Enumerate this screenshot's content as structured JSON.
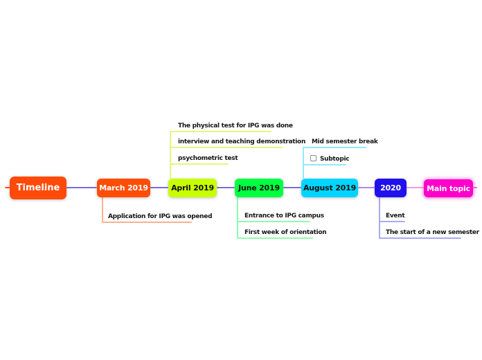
{
  "nodes": {
    "timeline": {
      "label": "Timeline",
      "bg": "#FF4A0A",
      "fg": "#FFFFFF"
    },
    "march": {
      "label": "March 2019",
      "bg": "#FF4D05",
      "fg": "#FFFFFF"
    },
    "april": {
      "label": "April 2019",
      "bg": "#C8FF00",
      "fg": "#101010"
    },
    "june": {
      "label": "June 2019",
      "bg": "#00FF40",
      "fg": "#101010"
    },
    "august": {
      "label": "August 2019",
      "bg": "#00D5FF",
      "fg": "#101010"
    },
    "y2020": {
      "label": "2020",
      "bg": "#2010EC",
      "fg": "#FFFFFF"
    },
    "main_topic": {
      "label": "Main topic",
      "bg": "#FF00CC",
      "fg": "#FFFFFF"
    }
  },
  "subtopics": {
    "april_above": [
      "The physical test for IPG was done",
      "interview and teaching demonstration",
      "psychometric test"
    ],
    "august_above": [
      "Mid semester break",
      "Subtopic"
    ],
    "march_below": [
      "Application for IPG was opened"
    ],
    "june_below": [
      "Entrance to IPG campus",
      "First week of orientation"
    ],
    "y2020_below": [
      "Event",
      "The start of a new semester"
    ]
  },
  "branch_colors": {
    "march": "#FFB08C",
    "april": "#DFF97E",
    "june": "#8FFBB0",
    "august": "#8FE9FF",
    "y2020": "#A9A9F0"
  },
  "connector_colors": {
    "trunk": "#7C68D9",
    "august_to_2020": "#B386EC",
    "to_main_topic": "#F49BDF",
    "left_stub": "#FF4A0A",
    "right_stub": "#FF5ADF"
  },
  "icons": {
    "subtopic_checkbox": "empty-checkbox"
  }
}
